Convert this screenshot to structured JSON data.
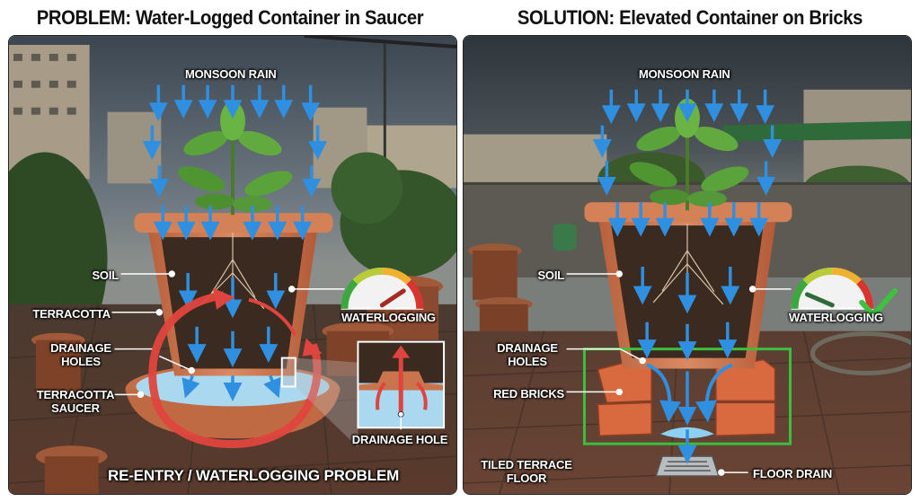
{
  "problem": {
    "title": "PROBLEM: Water-Logged Container in Saucer",
    "labels": {
      "rain": "MONSOON RAIN",
      "soil": "SOIL",
      "terracotta": "TERRACOTTA",
      "drainage_holes_1": "DRAINAGE",
      "drainage_holes_2": "HOLES",
      "saucer_1": "TERRACOTTA",
      "saucer_2": "SAUCER",
      "gauge": "WATERLOGGING",
      "inset": "DRAINAGE HOLE",
      "footer": "RE-ENTRY / WATERLOGGING PROBLEM"
    },
    "gauge_state": "high",
    "colors": {
      "water_arrow": "#2f8fe0",
      "reentry_arrow": "#e0443e",
      "pot": "#d07a52",
      "water": "#a9d8ef"
    }
  },
  "solution": {
    "title": "SOLUTION: Elevated Container on Bricks",
    "labels": {
      "rain": "MONSOON RAIN",
      "soil": "SOIL",
      "drainage_holes_1": "DRAINAGE",
      "drainage_holes_2": "HOLES",
      "bricks": "RED BRICKS",
      "gauge": "WATERLOGGING",
      "floor_1": "TILED TERRACE",
      "floor_2": "FLOOR",
      "drain": "FLOOR DRAIN"
    },
    "gauge_state": "low",
    "check_icon": "checkmark-icon",
    "colors": {
      "water_arrow": "#2f8fe0",
      "highlight_box": "#3cbf3c",
      "brick": "#d9693f",
      "check": "#3cc23c"
    }
  }
}
